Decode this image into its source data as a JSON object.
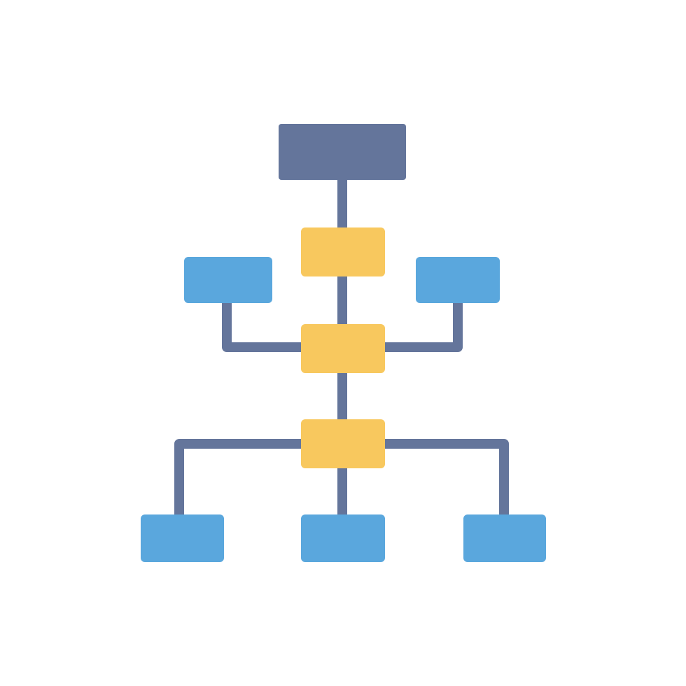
{
  "colors": {
    "background": "#ffffff",
    "connector": "#64759b",
    "root_box": "#64759b",
    "hub_box": "#f8c85e",
    "leaf_box": "#5aa7dd"
  },
  "diagram": {
    "type": "hierarchy-flowchart-icon",
    "nodes": [
      {
        "id": "root",
        "role": "root"
      },
      {
        "id": "hub-1",
        "role": "hub",
        "parent": "root"
      },
      {
        "id": "hub-2",
        "role": "hub",
        "parent": "hub-1"
      },
      {
        "id": "hub-3",
        "role": "hub",
        "parent": "hub-2"
      },
      {
        "id": "leaf-upper-left",
        "role": "leaf",
        "parent": "hub-2"
      },
      {
        "id": "leaf-upper-right",
        "role": "leaf",
        "parent": "hub-2"
      },
      {
        "id": "leaf-bottom-left",
        "role": "leaf",
        "parent": "hub-3"
      },
      {
        "id": "leaf-bottom-center",
        "role": "leaf",
        "parent": "hub-3"
      },
      {
        "id": "leaf-bottom-right",
        "role": "leaf",
        "parent": "hub-3"
      }
    ]
  }
}
